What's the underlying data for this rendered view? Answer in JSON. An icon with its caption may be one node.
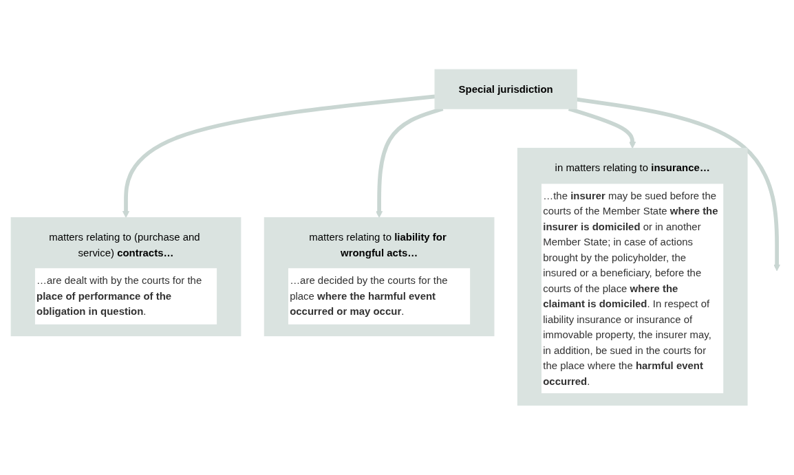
{
  "diagram": {
    "nodes": [
      {
        "text": [
          "Special jurisdiction"
        ]
      },
      {
        "text": [
          "matters relating to (purchase and service) **contracts…**",
          "…are dealt with by the courts for the **place of performance of the obligation in question**."
        ]
      },
      {
        "text": [
          "matters relating to **liability for wrongful acts…**",
          "…are decided by the courts for the place **where the harmful event occurred or may occur**."
        ]
      },
      {
        "text": [
          "in matters relating to **insurance…**",
          "…the **insurer** may be sued before the courts of the Member State **where the insurer is domiciled** or in another Member State; in case of actions brought by the policyholder, the insured or a beneficiary, before the courts of the place **where the claimant is domiciled**. In respect of liability insurance or insurance of immovable property, the insurer may, in addition, be sued in the courts for the place where the **harmful event occurred**."
        ]
      }
    ],
    "edges": [
      {
        "from": 0,
        "to": 1,
        "arrow": "to"
      },
      {
        "from": 0,
        "to": 2,
        "arrow": "to"
      },
      {
        "from": 0,
        "to": 3,
        "arrow": "to"
      },
      {
        "from": 0,
        "to": null,
        "arrow": "to"
      }
    ]
  }
}
